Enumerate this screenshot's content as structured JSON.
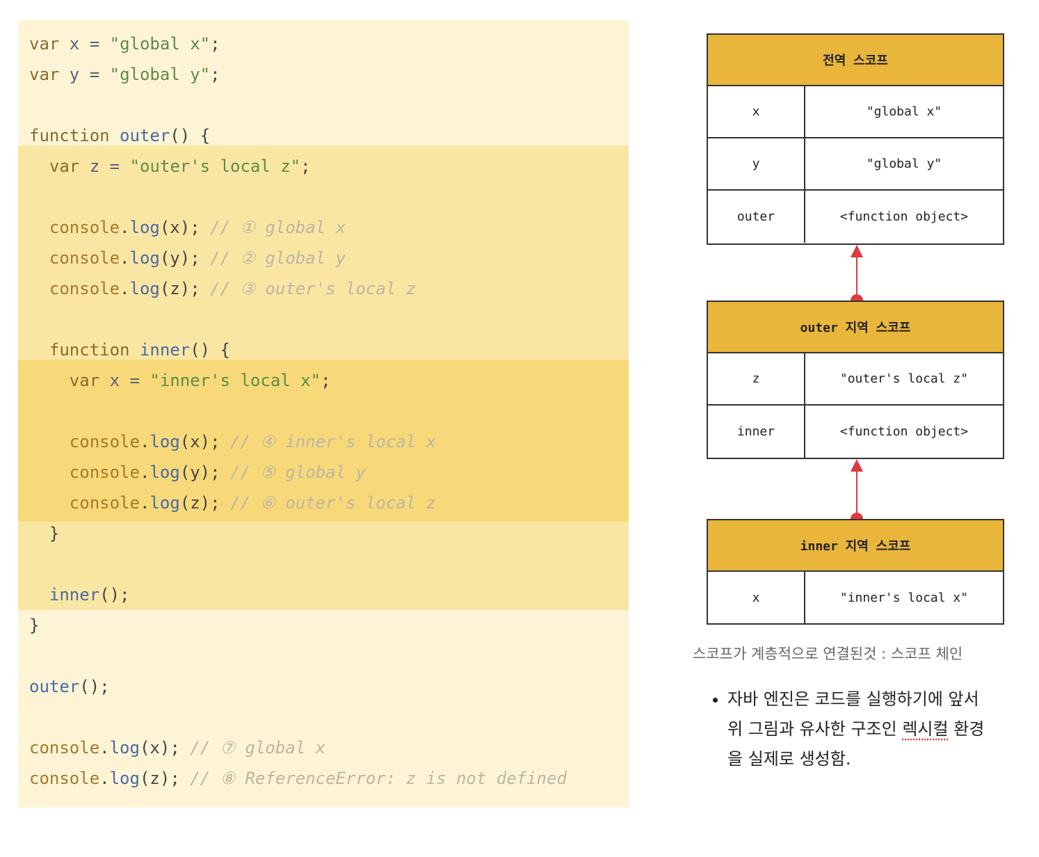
{
  "code": {
    "lines": [
      [
        {
          "t": "var",
          "c": "kw"
        },
        {
          "t": " x ",
          "c": "var"
        },
        {
          "t": "=",
          "c": "op"
        },
        {
          "t": " ",
          "c": "var"
        },
        {
          "t": "\"global x\"",
          "c": "str"
        },
        {
          "t": ";",
          "c": "punc"
        }
      ],
      [
        {
          "t": "var",
          "c": "kw"
        },
        {
          "t": " y ",
          "c": "var"
        },
        {
          "t": "=",
          "c": "op"
        },
        {
          "t": " ",
          "c": "var"
        },
        {
          "t": "\"global y\"",
          "c": "str"
        },
        {
          "t": ";",
          "c": "punc"
        }
      ],
      [],
      [
        {
          "t": "function",
          "c": "kw"
        },
        {
          "t": " ",
          "c": "var"
        },
        {
          "t": "outer",
          "c": "fn"
        },
        {
          "t": "() {",
          "c": "punc"
        }
      ],
      [
        {
          "t": "  var",
          "c": "kw"
        },
        {
          "t": " z ",
          "c": "var"
        },
        {
          "t": "=",
          "c": "op"
        },
        {
          "t": " ",
          "c": "var"
        },
        {
          "t": "\"outer's local z\"",
          "c": "str"
        },
        {
          "t": ";",
          "c": "punc"
        }
      ],
      [],
      [
        {
          "t": "  console",
          "c": "obj"
        },
        {
          "t": ".",
          "c": "punc"
        },
        {
          "t": "log",
          "c": "fn"
        },
        {
          "t": "(x); ",
          "c": "punc"
        },
        {
          "t": "// ① global x",
          "c": "cmt"
        }
      ],
      [
        {
          "t": "  console",
          "c": "obj"
        },
        {
          "t": ".",
          "c": "punc"
        },
        {
          "t": "log",
          "c": "fn"
        },
        {
          "t": "(y); ",
          "c": "punc"
        },
        {
          "t": "// ② global y",
          "c": "cmt"
        }
      ],
      [
        {
          "t": "  console",
          "c": "obj"
        },
        {
          "t": ".",
          "c": "punc"
        },
        {
          "t": "log",
          "c": "fn"
        },
        {
          "t": "(z); ",
          "c": "punc"
        },
        {
          "t": "// ③ outer's local z",
          "c": "cmt"
        }
      ],
      [],
      [
        {
          "t": "  function",
          "c": "kw"
        },
        {
          "t": " ",
          "c": "var"
        },
        {
          "t": "inner",
          "c": "fn"
        },
        {
          "t": "() {",
          "c": "punc"
        }
      ],
      [
        {
          "t": "    var",
          "c": "kw"
        },
        {
          "t": " x ",
          "c": "var"
        },
        {
          "t": "=",
          "c": "op"
        },
        {
          "t": " ",
          "c": "var"
        },
        {
          "t": "\"inner's local x\"",
          "c": "str"
        },
        {
          "t": ";",
          "c": "punc"
        }
      ],
      [],
      [
        {
          "t": "    console",
          "c": "obj"
        },
        {
          "t": ".",
          "c": "punc"
        },
        {
          "t": "log",
          "c": "fn"
        },
        {
          "t": "(x); ",
          "c": "punc"
        },
        {
          "t": "// ④ inner's local x",
          "c": "cmt"
        }
      ],
      [
        {
          "t": "    console",
          "c": "obj"
        },
        {
          "t": ".",
          "c": "punc"
        },
        {
          "t": "log",
          "c": "fn"
        },
        {
          "t": "(y); ",
          "c": "punc"
        },
        {
          "t": "// ⑤ global y",
          "c": "cmt"
        }
      ],
      [
        {
          "t": "    console",
          "c": "obj"
        },
        {
          "t": ".",
          "c": "punc"
        },
        {
          "t": "log",
          "c": "fn"
        },
        {
          "t": "(z); ",
          "c": "punc"
        },
        {
          "t": "// ⑥ outer's local z",
          "c": "cmt"
        }
      ],
      [
        {
          "t": "  }",
          "c": "punc"
        }
      ],
      [],
      [
        {
          "t": "  inner",
          "c": "fn"
        },
        {
          "t": "();",
          "c": "punc"
        }
      ],
      [
        {
          "t": "}",
          "c": "punc"
        }
      ],
      [],
      [
        {
          "t": "outer",
          "c": "fn"
        },
        {
          "t": "();",
          "c": "punc"
        }
      ],
      [],
      [
        {
          "t": "console",
          "c": "obj"
        },
        {
          "t": ".",
          "c": "punc"
        },
        {
          "t": "log",
          "c": "fn"
        },
        {
          "t": "(x); ",
          "c": "punc"
        },
        {
          "t": "// ⑦ global x",
          "c": "cmt"
        }
      ],
      [
        {
          "t": "console",
          "c": "obj"
        },
        {
          "t": ".",
          "c": "punc"
        },
        {
          "t": "log",
          "c": "fn"
        },
        {
          "t": "(z); ",
          "c": "punc"
        },
        {
          "t": "// ⑧ ReferenceError: z is not defined",
          "c": "cmt"
        }
      ]
    ]
  },
  "scopes": {
    "global": {
      "title": "전역 스코프",
      "rows": [
        {
          "name": "x",
          "value": "\"global x\""
        },
        {
          "name": "y",
          "value": "\"global y\""
        },
        {
          "name": "outer",
          "value": "<function object>"
        }
      ]
    },
    "outer": {
      "title": "outer 지역 스코프",
      "rows": [
        {
          "name": "z",
          "value": "\"outer's local z\""
        },
        {
          "name": "inner",
          "value": "<function object>"
        }
      ]
    },
    "inner": {
      "title": "inner 지역 스코프",
      "rows": [
        {
          "name": "x",
          "value": "\"inner's local x\""
        }
      ]
    }
  },
  "colors": {
    "scope_header": "#e9b63b",
    "chain_arrow": "#e0393e"
  },
  "caption": "스코프가 계층적으로 연결된것  : 스코프 체인",
  "note": {
    "line1": "자바 엔진은 코드를 실행하기에 앞서",
    "line2_pre": "위 그림과 유사한 구조인 ",
    "line2_spell": "렉시컬",
    "line2_post": " 환경",
    "line3": "을 실제로 생성함."
  }
}
